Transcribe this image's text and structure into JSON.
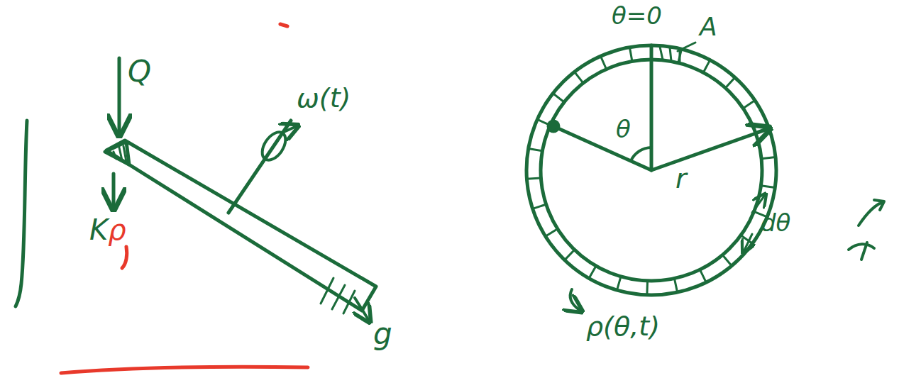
{
  "diagram": {
    "labels": [
      "Q",
      "Kρ",
      "ω(t)",
      "g",
      "θ=0",
      "A",
      "θ",
      "r",
      "dθ",
      "ρ(θ,t)"
    ]
  }
}
